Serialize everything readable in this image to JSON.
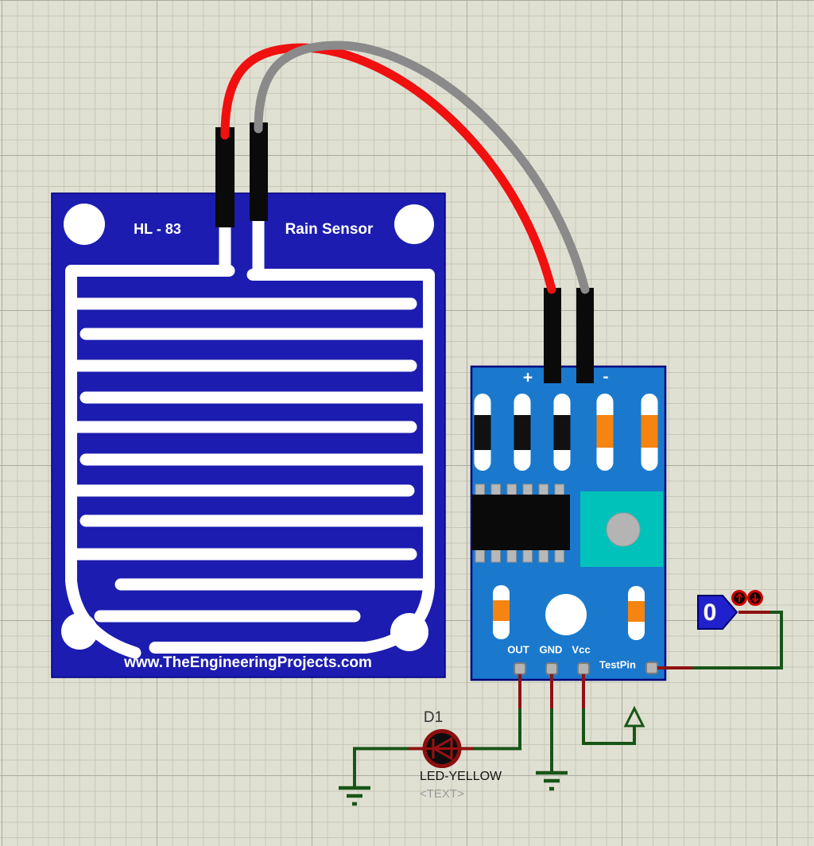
{
  "workspace": {
    "background_color": "#e0e0d2",
    "grid_minor_color": "#c6c7b7",
    "grid_major_color": "#aaab9c"
  },
  "rain_sensor": {
    "model": "HL - 83",
    "title": "Rain Sensor",
    "website": "www.TheEngineeringProjects.com",
    "board_color": "#1c1cb0",
    "trace_color": "#ffffff",
    "pin_color": "#0a0a0a"
  },
  "module": {
    "plus": "+",
    "minus": "-",
    "out": "OUT",
    "gnd": "GND",
    "vcc": "Vcc",
    "testpin": "TestPin",
    "board_color": "#1a79cd",
    "border_color": "#00007a",
    "pot_color": "#00c2ba",
    "pot_knob_color": "#b4b4b4",
    "band_black": "#111111",
    "band_orange": "#f58411",
    "pad_color": "#b4b4b4"
  },
  "led": {
    "ref": "D1",
    "part": "LED-YELLOW",
    "value": "<TEXT>",
    "ring_color": "#8b0f0f",
    "symbol_color": "#9b1111"
  },
  "logic_state": {
    "value": "0",
    "body_color": "#2020cc",
    "border_color": "#00006a",
    "toggle_color": "#cc0000"
  },
  "wires": {
    "red": "#f01010",
    "gray": "#8a8a8a",
    "green": "#175517",
    "dark_red": "#8e1212"
  }
}
